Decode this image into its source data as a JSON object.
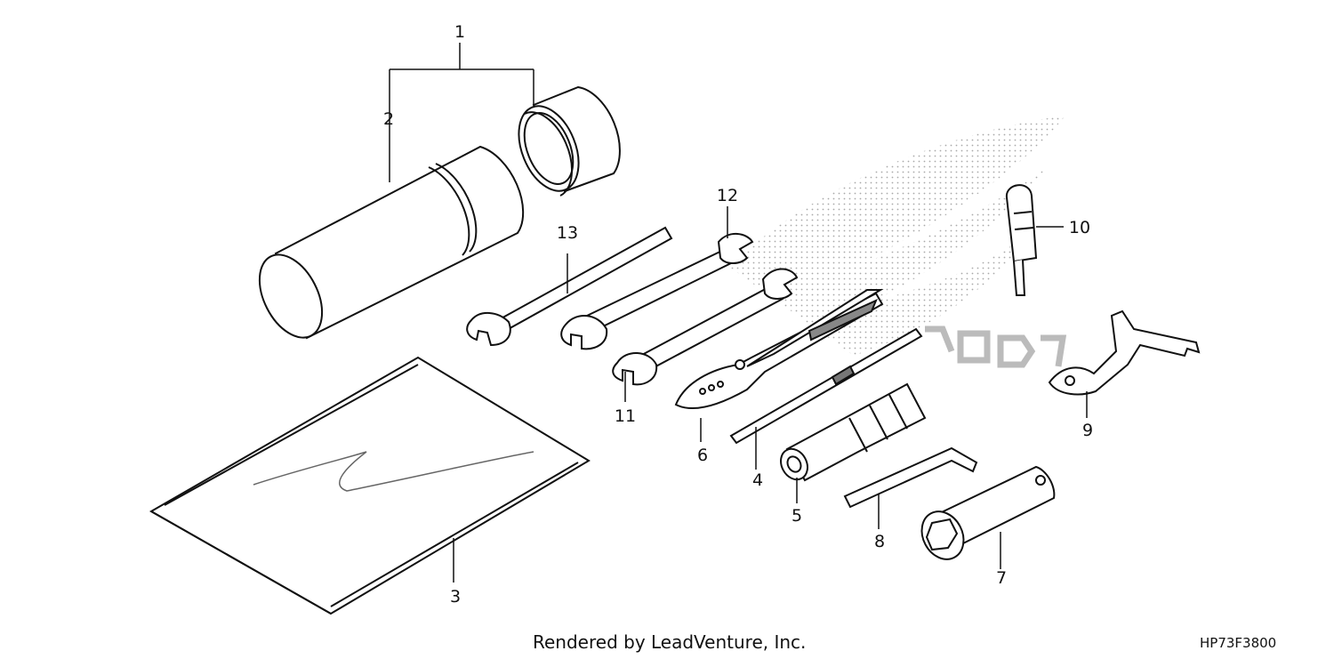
{
  "callouts": [
    "1",
    "2",
    "3",
    "4",
    "5",
    "6",
    "7",
    "8",
    "9",
    "10",
    "11",
    "12",
    "13"
  ],
  "footer": {
    "credit": "Rendered by LeadVenture, Inc.",
    "diagram_code": "HP73F3800"
  }
}
